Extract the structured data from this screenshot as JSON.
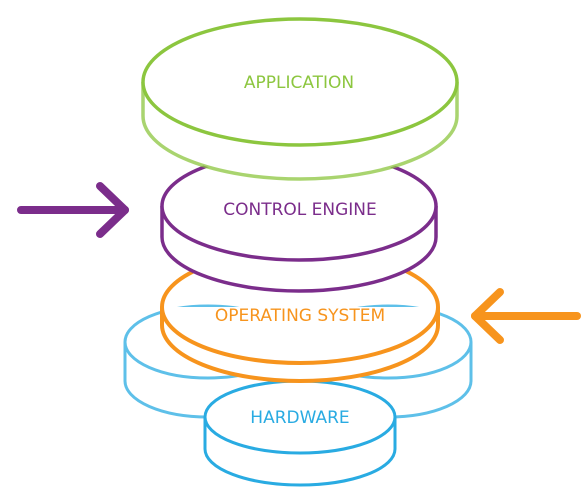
{
  "layers": {
    "application": {
      "label": "APPLICATION",
      "color": "#8cc63f"
    },
    "control_engine": {
      "label": "CONTROL ENGINE",
      "color": "#7b2d8b"
    },
    "operating_system": {
      "label": "OPERATING SYSTEM",
      "color": "#f7941d"
    },
    "hardware": {
      "label": "HARDWARE",
      "color": "#29abe2"
    }
  },
  "arrows": {
    "left": {
      "color": "#7b2d8b",
      "points_to": "CONTROL ENGINE"
    },
    "right": {
      "color": "#f7941d",
      "points_to": "OPERATING SYSTEM"
    }
  }
}
